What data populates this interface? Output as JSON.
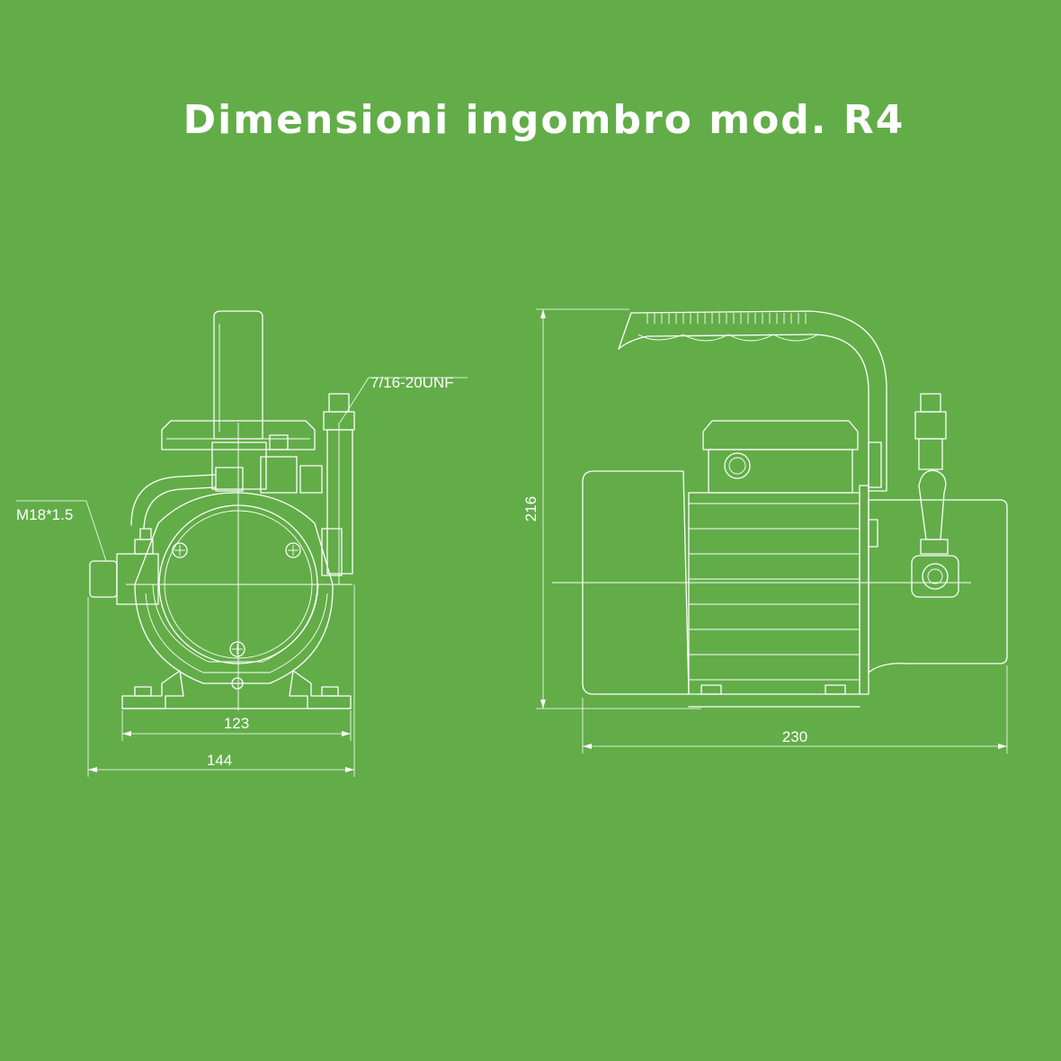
{
  "title": "Dimensioni ingombro mod. R4",
  "front_view": {
    "callouts": {
      "top_fitting": "7/16-20UNF",
      "side_fitting": "M18*1.5"
    },
    "dimensions": {
      "base_width": "123",
      "overall_width": "144"
    }
  },
  "side_view": {
    "dimensions": {
      "height": "216",
      "length": "230"
    }
  }
}
